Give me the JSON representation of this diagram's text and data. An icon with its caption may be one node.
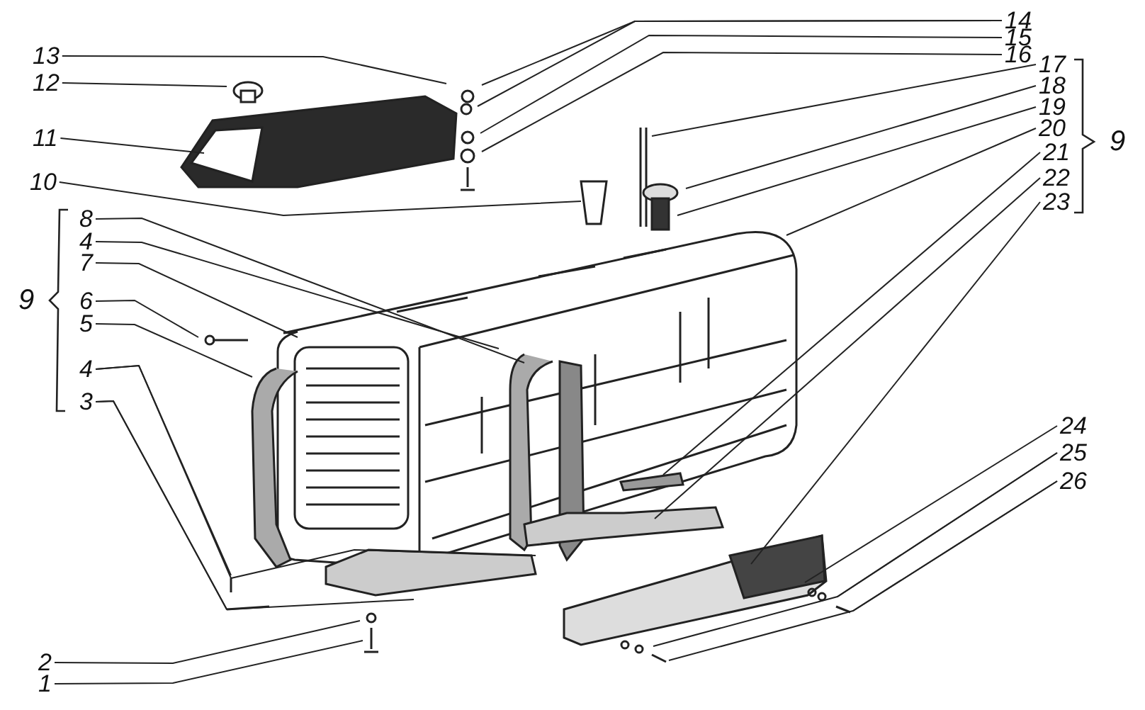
{
  "diagram": {
    "nodes": [
      {
        "text": [
          "13"
        ]
      },
      {
        "text": [
          "12"
        ]
      },
      {
        "text": [
          "11"
        ]
      },
      {
        "text": [
          "10"
        ]
      },
      {
        "text": [
          "8"
        ]
      },
      {
        "text": [
          "4"
        ]
      },
      {
        "text": [
          "7"
        ]
      },
      {
        "text": [
          "6"
        ]
      },
      {
        "text": [
          "5"
        ]
      },
      {
        "text": [
          "4"
        ]
      },
      {
        "text": [
          "3"
        ]
      },
      {
        "text": [
          "2"
        ]
      },
      {
        "text": [
          "1"
        ]
      },
      {
        "text": [
          "14"
        ]
      },
      {
        "text": [
          "15"
        ]
      },
      {
        "text": [
          "16"
        ]
      },
      {
        "text": [
          "17"
        ]
      },
      {
        "text": [
          "18"
        ]
      },
      {
        "text": [
          "19"
        ]
      },
      {
        "text": [
          "20"
        ]
      },
      {
        "text": [
          "21"
        ]
      },
      {
        "text": [
          "22"
        ]
      },
      {
        "text": [
          "23"
        ]
      },
      {
        "text": [
          "24"
        ]
      },
      {
        "text": [
          "25"
        ]
      },
      {
        "text": [
          "26"
        ]
      }
    ],
    "edges": [
      {
        "from": 0,
        "to": null,
        "arrow": "none"
      },
      {
        "from": 1,
        "to": null,
        "arrow": "none"
      },
      {
        "from": 2,
        "to": null,
        "arrow": "none"
      },
      {
        "from": 3,
        "to": null,
        "arrow": "none"
      },
      {
        "from": 4,
        "to": null,
        "arrow": "none"
      },
      {
        "from": 5,
        "to": null,
        "arrow": "none"
      },
      {
        "from": 6,
        "to": null,
        "arrow": "none"
      },
      {
        "from": 7,
        "to": null,
        "arrow": "none"
      },
      {
        "from": 8,
        "to": null,
        "arrow": "none"
      },
      {
        "from": 9,
        "to": null,
        "arrow": "none"
      },
      {
        "from": 9,
        "to": null,
        "arrow": "none"
      },
      {
        "from": 10,
        "to": null,
        "arrow": "none"
      },
      {
        "from": 10,
        "to": null,
        "arrow": "none"
      },
      {
        "from": 11,
        "to": null,
        "arrow": "none"
      },
      {
        "from": 12,
        "to": null,
        "arrow": "none"
      },
      {
        "from": 13,
        "to": null,
        "arrow": "none"
      },
      {
        "from": 13,
        "to": null,
        "arrow": "none"
      },
      {
        "from": 14,
        "to": null,
        "arrow": "none"
      },
      {
        "from": 15,
        "to": null,
        "arrow": "none"
      },
      {
        "from": 16,
        "to": null,
        "arrow": "none"
      },
      {
        "from": 17,
        "to": null,
        "arrow": "none"
      },
      {
        "from": 18,
        "to": null,
        "arrow": "none"
      },
      {
        "from": 19,
        "to": null,
        "arrow": "none"
      },
      {
        "from": 20,
        "to": null,
        "arrow": "none"
      },
      {
        "from": 21,
        "to": null,
        "arrow": "none"
      },
      {
        "from": 22,
        "to": null,
        "arrow": "none"
      },
      {
        "from": 23,
        "to": null,
        "arrow": "none"
      },
      {
        "from": 24,
        "to": null,
        "arrow": "none"
      },
      {
        "from": 24,
        "to": null,
        "arrow": "none"
      },
      {
        "from": 25,
        "to": null,
        "arrow": "none"
      },
      {
        "from": 25,
        "to": null,
        "arrow": "none"
      }
    ],
    "labels": [
      "9",
      "9"
    ]
  }
}
